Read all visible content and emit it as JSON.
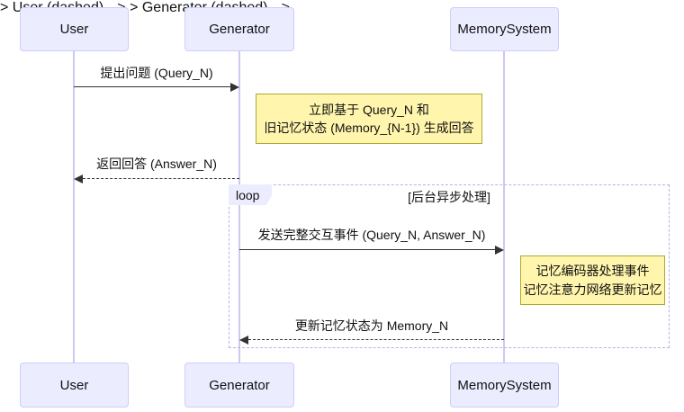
{
  "diagram": {
    "participants": [
      {
        "name": "User"
      },
      {
        "name": "Generator"
      },
      {
        "name": "MemorySystem"
      }
    ],
    "messages": [
      {
        "from": "User",
        "to": "Generator",
        "style": "solid",
        "text": "提出问题 (Query_N)"
      },
      {
        "from": "Generator",
        "to": "User",
        "style": "dashed",
        "text": "返回回答 (Answer_N)"
      },
      {
        "from": "Generator",
        "to": "MemorySystem",
        "style": "solid",
        "text": "发送完整交互事件 (Query_N, Answer_N)"
      },
      {
        "from": "MemorySystem",
        "to": "Generator",
        "style": "dashed",
        "text": "更新记忆状态为 Memory_N"
      }
    ],
    "notes": [
      {
        "lines": [
          "立即基于 Query_N 和",
          "旧记忆状态 (Memory_{N-1}) 生成回答"
        ]
      },
      {
        "lines": [
          "记忆编码器处理事件",
          "记忆注意力网络更新记忆"
        ]
      }
    ],
    "loop": {
      "label": "loop",
      "condition": "[后台异步处理]"
    },
    "colors": {
      "background": "#FFFFFF",
      "participant_fill": "#ECECFF",
      "participant_border": "#CCCCFF",
      "lifeline": "#CFC7F2",
      "note_fill": "#FFF5AD",
      "note_border": "#AAAA33",
      "loop_border": "#B9B3E6",
      "message_line": "#333333",
      "text": "#111111"
    }
  }
}
